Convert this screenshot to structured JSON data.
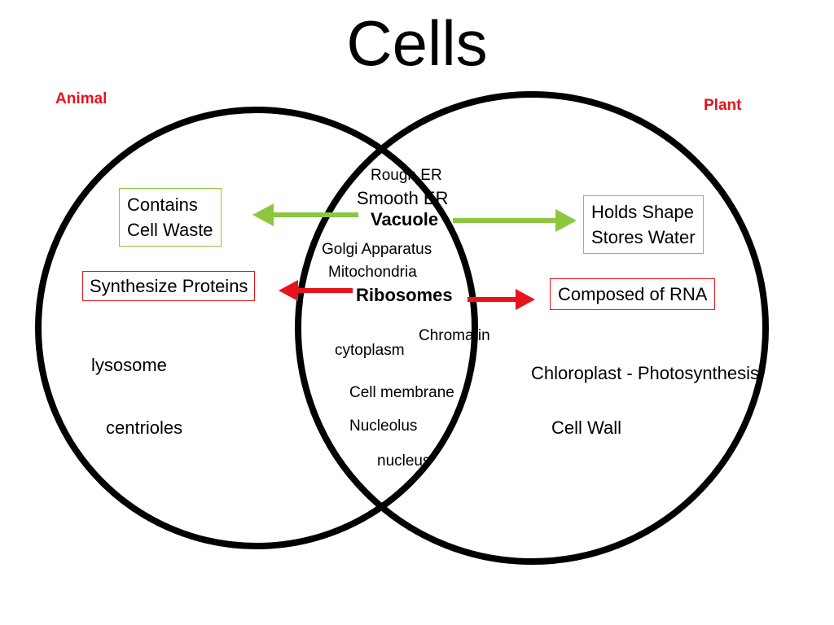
{
  "title": "Cells",
  "sets": {
    "animal": "Animal",
    "plant": "Plant"
  },
  "animal_only": [
    "lysosome",
    "centrioles"
  ],
  "shared": {
    "rough_er": "Rough ER",
    "smooth_er": "Smooth ER",
    "vacuole": "Vacuole",
    "golgi": "Golgi Apparatus",
    "mitochondria": "Mitochondria",
    "ribosomes": "Ribosomes",
    "chromatin": "Chromatin",
    "cytoplasm": "cytoplasm",
    "cell_membrane": "Cell membrane",
    "nucleolus": "Nucleolus",
    "nucleus": "nucleus"
  },
  "plant_only": [
    "Chloroplast - Photosynthesis",
    "Cell Wall"
  ],
  "callouts": {
    "vacuole_animal": [
      "Contains",
      "Cell Waste"
    ],
    "vacuole_plant": [
      "Holds Shape",
      "Stores Water"
    ],
    "ribosomes_animal": "Synthesize Proteins",
    "ribosomes_plant": "Composed of RNA"
  },
  "colors": {
    "circle_stroke": "#000000",
    "set_label": "#e8141b",
    "vacuole_arrow": "#8dc63f",
    "ribosome_arrow": "#e8141b"
  }
}
